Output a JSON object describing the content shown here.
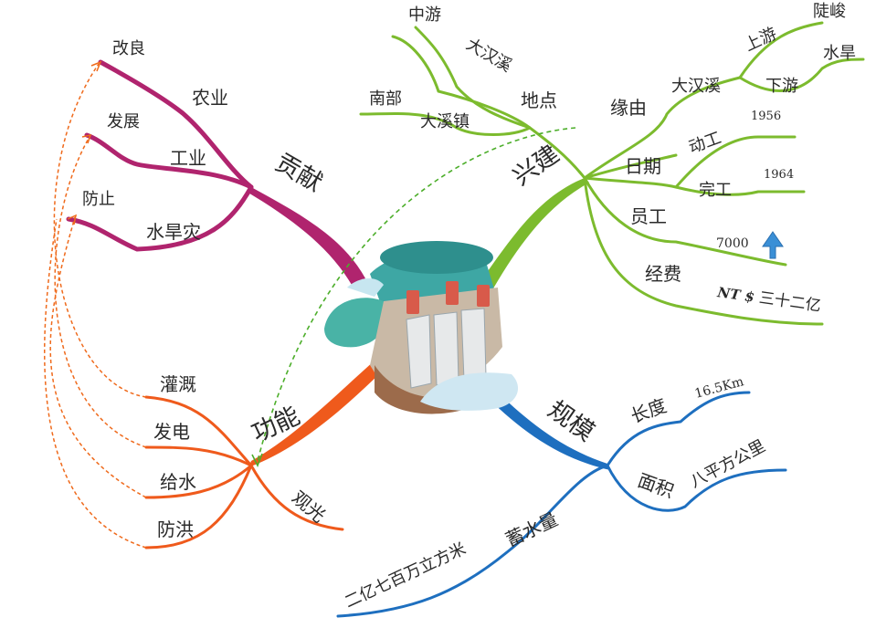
{
  "center": {
    "image": "dam-illustration"
  },
  "colors": {
    "contribution": "#b0246e",
    "construction": "#7cbb2e",
    "function": "#ef5a1c",
    "scale": "#1e6fbf",
    "arrow": "#3a8fd6"
  },
  "contribution": {
    "label": "贡献",
    "items": {
      "agriculture": "农业",
      "improve": "改良",
      "industry": "工业",
      "develop": "发展",
      "disaster": "水旱灾",
      "prevent": "防止"
    }
  },
  "construction": {
    "label": "兴建",
    "location": {
      "label": "地点",
      "midstream": "中游",
      "dahanxi": "大汉溪",
      "south": "南部",
      "daxi_town": "大溪镇"
    },
    "reason": {
      "label": "缘由",
      "dahanxi": "大汉溪",
      "upstream": "上游",
      "steep": "陡峻",
      "downstream": "下游",
      "drought": "水旱"
    },
    "date": {
      "label": "日期",
      "start": "动工",
      "start_year": "1956",
      "complete": "完工",
      "complete_year": "1964"
    },
    "staff": {
      "label": "员工",
      "count": "7000"
    },
    "budget": {
      "label": "经费",
      "amount_prefix": "NT $",
      "amount": "三十二亿"
    }
  },
  "function": {
    "label": "功能",
    "items": {
      "irrigation": "灌溉",
      "power": "发电",
      "water_supply": "给水",
      "flood_control": "防洪",
      "tourism": "观光"
    }
  },
  "scale": {
    "label": "规模",
    "length": {
      "label": "长度",
      "value": "16.5Km"
    },
    "area": {
      "label": "面积",
      "value": "八平方公里"
    },
    "storage": {
      "label": "蓄水量",
      "value": "二亿七百万立方米"
    }
  }
}
